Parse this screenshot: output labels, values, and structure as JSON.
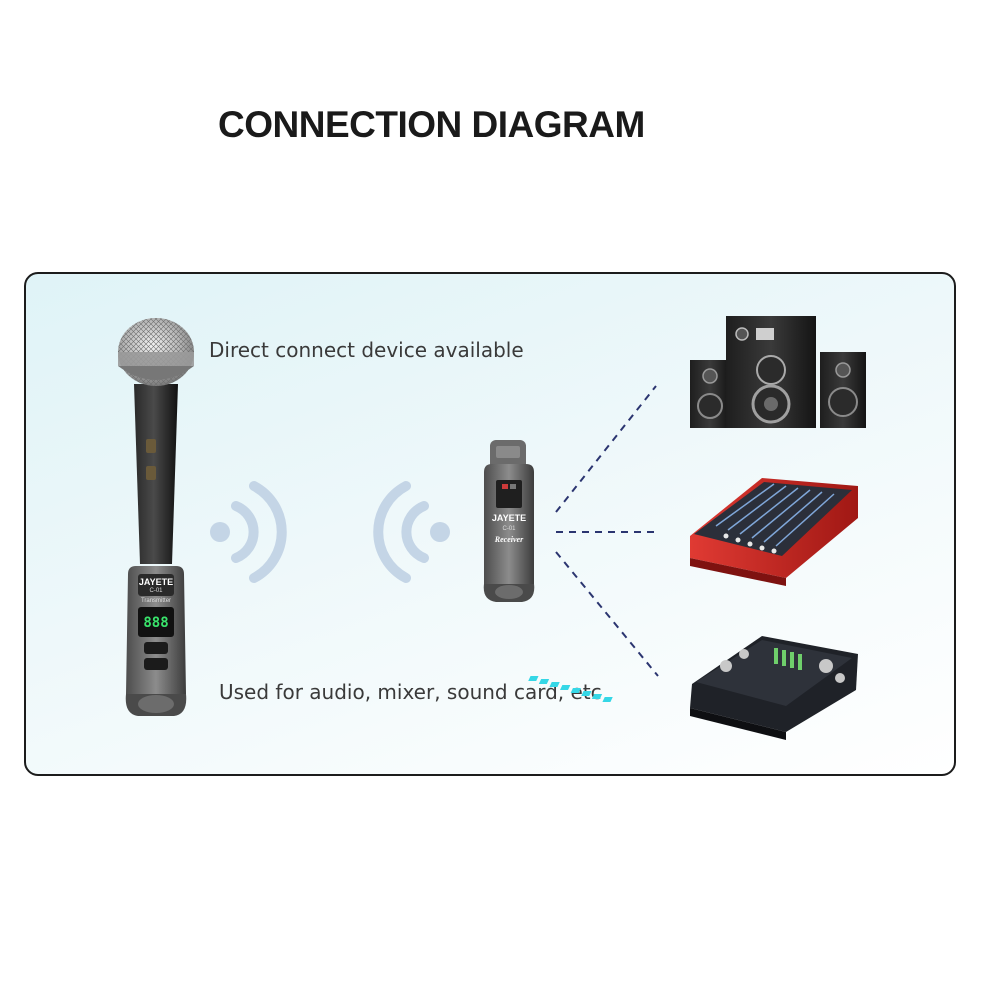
{
  "title": "CONNECTION DIAGRAM",
  "captions": {
    "direct": "Direct connect device available",
    "used": "Used for audio, mixer, sound card, etc"
  },
  "transmitter": {
    "brand": "JAYETE",
    "model": "C-01",
    "label": "Transmitter",
    "display": "888"
  },
  "receiver": {
    "brand": "JAYETE",
    "model": "C-01",
    "label": "Receiver"
  },
  "devices": [
    "speaker-icon",
    "mixer-icon",
    "sound-card-icon"
  ],
  "colors": {
    "signal": "#c4d5e6",
    "dashes": "#2b3570",
    "mixer_red": "#c8231f",
    "led_cyan": "#35d7e6"
  }
}
